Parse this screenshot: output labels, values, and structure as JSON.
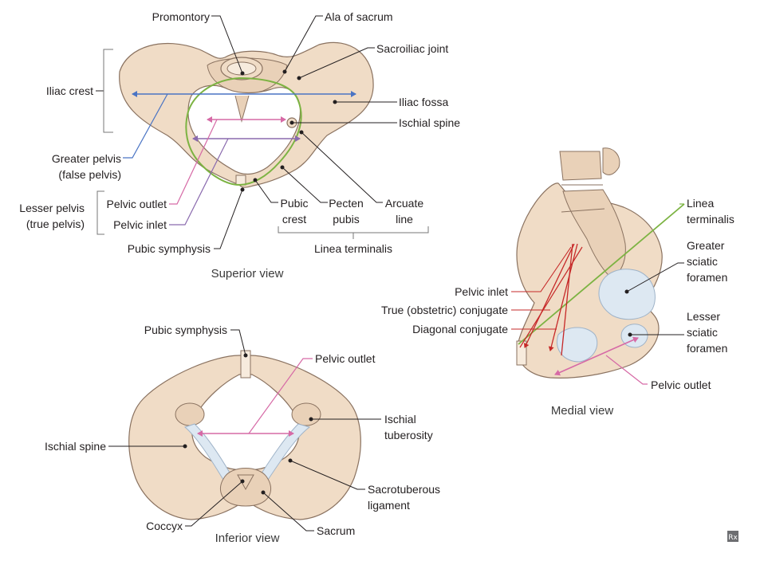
{
  "superior_view": {
    "caption": "Superior view",
    "labels": {
      "promontory": "Promontory",
      "ala_of_sacrum": "Ala of sacrum",
      "sacroiliac_joint": "Sacroiliac joint",
      "iliac_crest": "Iliac crest",
      "iliac_fossa": "Iliac fossa",
      "ischial_spine": "Ischial spine",
      "greater_pelvis_1": "Greater pelvis",
      "greater_pelvis_2": "(false pelvis)",
      "lesser_pelvis_1": "Lesser pelvis",
      "lesser_pelvis_2": "(true pelvis)",
      "pelvic_outlet": "Pelvic outlet",
      "pelvic_inlet": "Pelvic inlet",
      "pubic_crest_1": "Pubic",
      "pubic_crest_2": "crest",
      "pecten_pubis_1": "Pecten",
      "pecten_pubis_2": "pubis",
      "arcuate_line_1": "Arcuate",
      "arcuate_line_2": "line",
      "pubic_symphysis": "Pubic symphysis",
      "linea_terminalis": "Linea terminalis"
    }
  },
  "medial_view": {
    "caption": "Medial view",
    "labels": {
      "linea_terminalis_1": "Linea",
      "linea_terminalis_2": "terminalis",
      "greater_sciatic_1": "Greater",
      "greater_sciatic_2": "sciatic",
      "greater_sciatic_3": "foramen",
      "lesser_sciatic_1": "Lesser",
      "lesser_sciatic_2": "sciatic",
      "lesser_sciatic_3": "foramen",
      "pelvic_inlet": "Pelvic inlet",
      "true_conjugate": "True (obstetric) conjugate",
      "diagonal_conjugate": "Diagonal conjugate",
      "pelvic_outlet": "Pelvic outlet"
    }
  },
  "inferior_view": {
    "caption": "Inferior view",
    "labels": {
      "pubic_symphysis": "Pubic symphysis",
      "pelvic_outlet": "Pelvic outlet",
      "ischial_tuberosity_1": "Ischial",
      "ischial_tuberosity_2": "tuberosity",
      "ischial_spine": "Ischial spine",
      "sacrotuberous_1": "Sacrotuberous",
      "sacrotuberous_2": "ligament",
      "coccyx": "Coccyx",
      "sacrum": "Sacrum"
    }
  },
  "logo_text": "Rx",
  "colors": {
    "bone": "#f0dcc6",
    "blue_line": "#4a74c4",
    "pink_line": "#d66aa6",
    "purple_line": "#8a6aae",
    "green_line": "#7cb342",
    "red_line": "#c62828"
  }
}
